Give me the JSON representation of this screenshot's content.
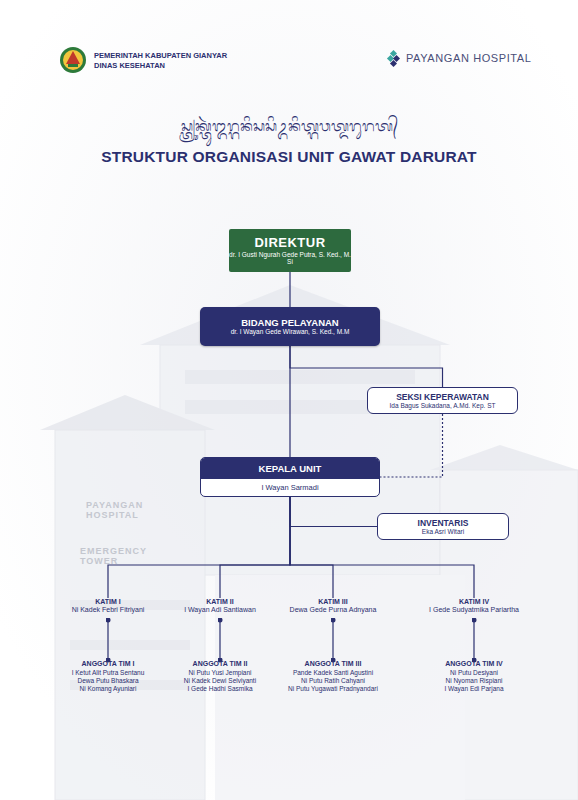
{
  "diagram": {
    "title": "STRUKTUR ORGANISASI UNIT GAWAT DARURAT",
    "nodes": [
      {
        "text": [
          "DIREKTUR",
          "dr. I Gusti Ngurah Gede Putra, S. Ked., M. Si"
        ]
      },
      {
        "text": [
          "BIDANG PELAYANAN",
          "dr. I Wayan Gede Wirawan, S. Ked., M.M"
        ]
      },
      {
        "text": [
          "SEKSI KEPERAWATAN",
          "Ida Bagus Sukadana, A.Md. Kep. ST"
        ]
      },
      {
        "text": [
          "KEPALA UNIT",
          "I Wayan Sarmadi"
        ]
      },
      {
        "text": [
          "INVENTARIS",
          "Eka Asri Witari"
        ]
      },
      {
        "text": [
          "KATIM I",
          "Ni Kadek Febri Fitriyani"
        ]
      },
      {
        "text": [
          "KATIM II",
          "I Wayan Adi Santiawan"
        ]
      },
      {
        "text": [
          "KATIM III",
          "Dewa Gede Purna Adnyana"
        ]
      },
      {
        "text": [
          "KATIM IV",
          "I Gede Sudyatmika Pariartha"
        ]
      },
      {
        "text": [
          "ANGGOTA TIM I",
          "I Ketut Alit Putra Sentanu",
          "Dewa Putu Bhaskara",
          "Ni Komang Ayuniari"
        ]
      },
      {
        "text": [
          "ANGGOTA TIM II",
          "Ni Putu Yusi Jempiani",
          "Ni Kadek Dewi Selviyanti",
          "I Gede Hadhi Sasmika"
        ]
      },
      {
        "text": [
          "ANGGOTA TIM III",
          "Pande Kadek Santi Agustini",
          "Ni Putu Ratih Cahyani",
          "Ni Putu Yugawati Pradnyandari"
        ]
      },
      {
        "text": [
          "ANGGOTA TIM IV",
          "Ni Putu Desiyani",
          "Ni Nyoman Rispiani",
          "I Wayan Edi Parjana"
        ]
      }
    ],
    "edges": [
      {
        "from": 0,
        "to": 1,
        "arrow": "none"
      },
      {
        "from": 1,
        "to": 2,
        "arrow": "none"
      },
      {
        "from": 1,
        "to": 3,
        "arrow": "none"
      },
      {
        "from": 2,
        "to": 3,
        "arrow": "none"
      },
      {
        "from": 3,
        "to": 4,
        "arrow": "none"
      },
      {
        "from": 3,
        "to": 5,
        "arrow": "none"
      },
      {
        "from": 3,
        "to": 6,
        "arrow": "none"
      },
      {
        "from": 3,
        "to": 7,
        "arrow": "none"
      },
      {
        "from": 3,
        "to": 8,
        "arrow": "none"
      },
      {
        "from": 5,
        "to": 9,
        "arrow": "none"
      },
      {
        "from": 6,
        "to": 10,
        "arrow": "none"
      },
      {
        "from": 7,
        "to": 11,
        "arrow": "none"
      },
      {
        "from": 8,
        "to": 12,
        "arrow": "none"
      }
    ],
    "labels": [
      "PEMERINTAH KABUPATEN GIANYAR",
      "DINAS KESEHATAN",
      "PAYANGAN HOSPITAL",
      "ᬲ᭄ᬢ᭄ᬭᬸᬓ᭄ᬢᬸᬃᬑᬭ᭄ᬕᬦᬶᬲᬲᬶᬉᬦᬶᬢ᭄ᬕᬯᬢ᭄ᬤᬭᬸᬭᬢ᭄",
      "PAYANGAN HOSPITAL",
      "EMERGENCY TOWER"
    ]
  }
}
